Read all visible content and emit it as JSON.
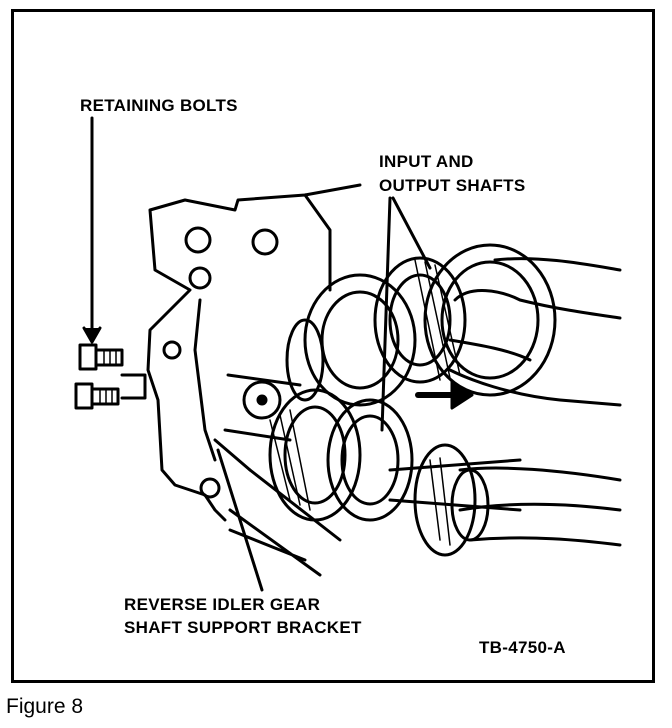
{
  "figure": {
    "caption": "Figure 8",
    "labels": {
      "retaining_bolts": "RETAINING BOLTS",
      "input_output_line1": "INPUT AND",
      "input_output_line2": "OUTPUT SHAFTS",
      "reverse_idler_line1": "REVERSE IDLER GEAR",
      "reverse_idler_line2": "SHAFT SUPPORT BRACKET",
      "code": "TB-4750-A"
    }
  }
}
